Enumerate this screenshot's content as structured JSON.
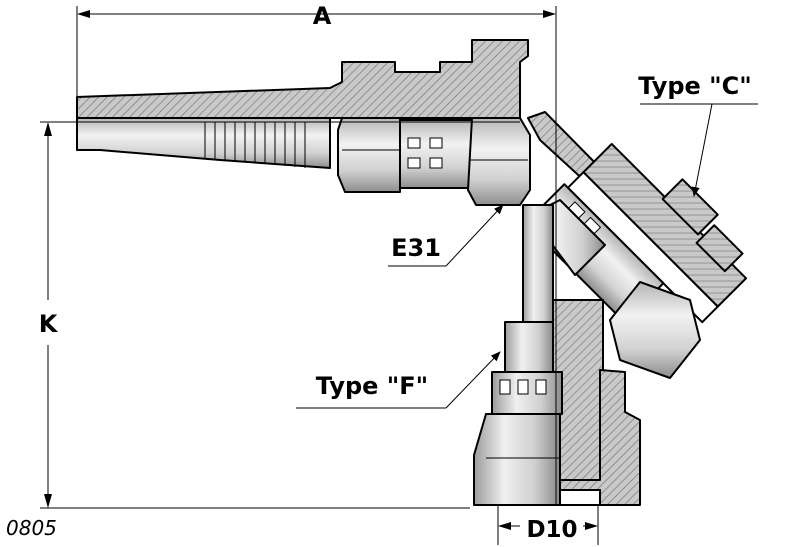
{
  "dimensions": {
    "a_label": "A",
    "k_label": "K",
    "d10_label": "D10"
  },
  "callouts": {
    "type_c": "Type \"C\"",
    "type_f": "Type \"F\"",
    "e31": "E31"
  },
  "drawing_code": "0805",
  "colors": {
    "metal_light": "#e3e3e3",
    "metal_mid": "#c7c7c7",
    "metal_dark": "#9a9a9a",
    "section_hatch": "#a8a8a8",
    "line": "#000000"
  },
  "icons": [
    "arrow-icon"
  ]
}
